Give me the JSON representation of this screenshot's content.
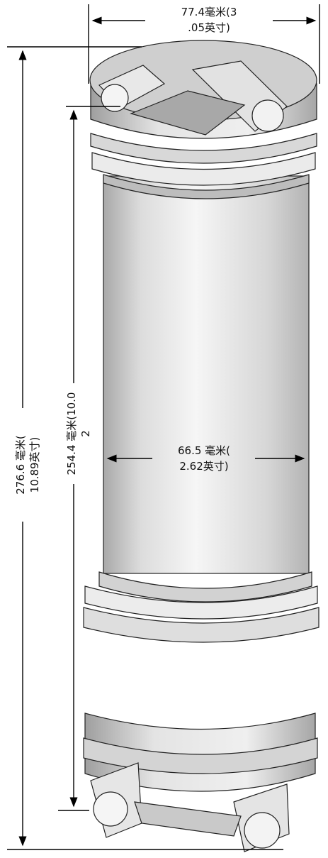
{
  "dimensions": {
    "top_width": {
      "line1": "77.4毫米(3",
      "line2": ".05英寸)"
    },
    "body_width": {
      "line1": "66.5 毫米(",
      "line2": "2.62英寸)"
    },
    "overall_height": {
      "line1": "276.6 毫米(",
      "line2": "10.89英寸)"
    },
    "inner_height": {
      "line1": "254.4 毫米(10.0",
      "line2": "2"
    }
  },
  "colors": {
    "line": "#000000",
    "text": "#111111",
    "body_light": "#f4f4f4",
    "body_mid": "#d6d6d6",
    "body_dark": "#a9a9a9"
  }
}
